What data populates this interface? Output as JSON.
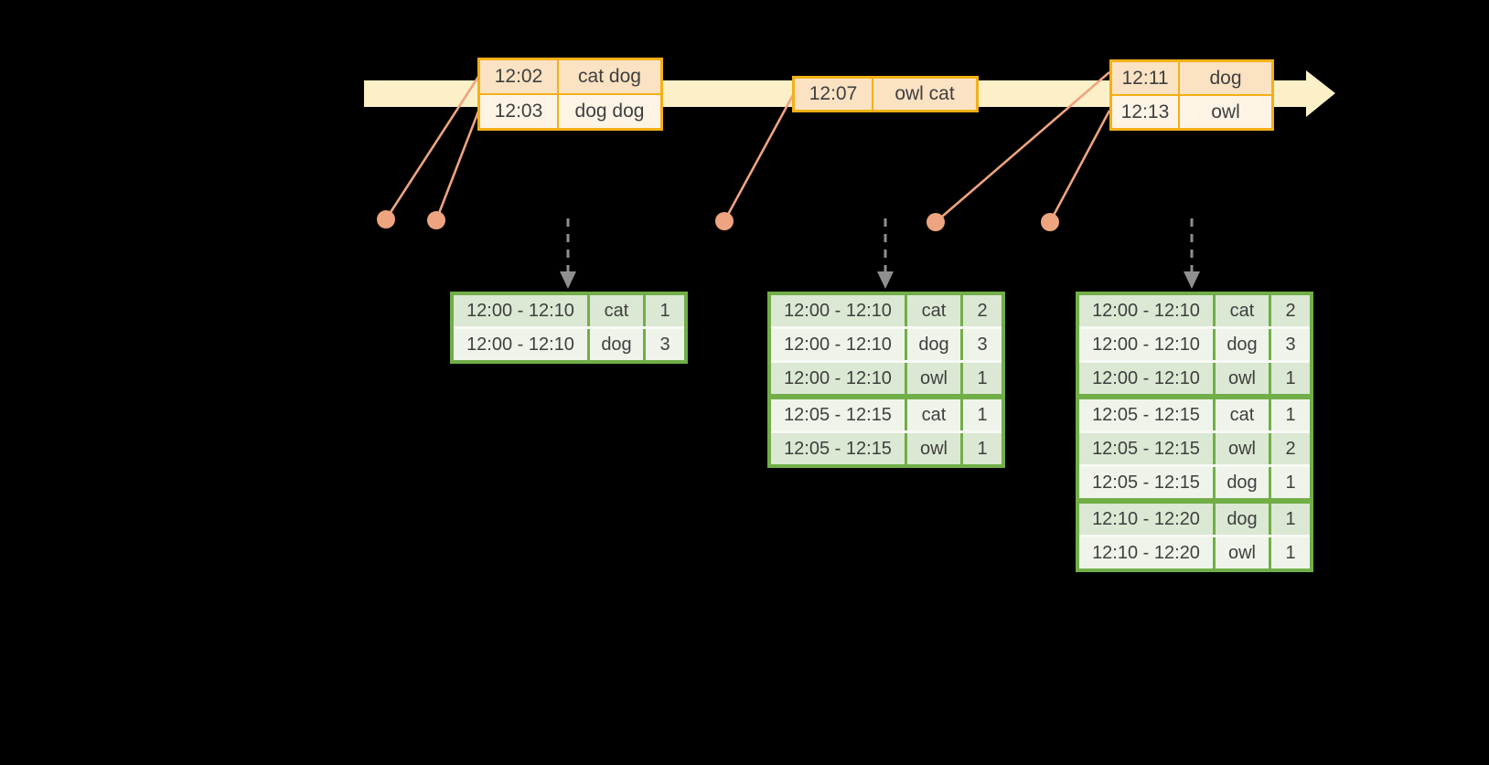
{
  "colors": {
    "canvas": "#000000",
    "ink": "#3f3f3f",
    "orange": "#f3b017",
    "peachDark": "#fae2c3",
    "peachLight": "#fdf4e6",
    "band": "#fbf0c7",
    "salmon": "#eda47f",
    "gray": "#8f8f8f",
    "green": "#71ae48",
    "sageDark": "#dbe8d3",
    "sageLight": "#eff4eb",
    "paleSep": "#f8faf5"
  },
  "timeline": {
    "event_tables": [
      {
        "rows": [
          [
            "12:02",
            "cat dog"
          ],
          [
            "12:03",
            "dog dog"
          ]
        ]
      },
      {
        "rows": [
          [
            "12:07",
            "owl cat"
          ]
        ]
      },
      {
        "rows": [
          [
            "12:11",
            "dog"
          ],
          [
            "12:13",
            "owl"
          ]
        ]
      }
    ]
  },
  "result_tables": [
    {
      "rows": [
        [
          "12:00 - 12:10",
          "cat",
          "1"
        ],
        [
          "12:00 - 12:10",
          "dog",
          "3"
        ]
      ],
      "group_breaks": []
    },
    {
      "rows": [
        [
          "12:00 - 12:10",
          "cat",
          "2"
        ],
        [
          "12:00 - 12:10",
          "dog",
          "3"
        ],
        [
          "12:00 - 12:10",
          "owl",
          "1"
        ],
        [
          "12:05 - 12:15",
          "cat",
          "1"
        ],
        [
          "12:05 - 12:15",
          "owl",
          "1"
        ]
      ],
      "group_breaks": [
        3
      ]
    },
    {
      "rows": [
        [
          "12:00 - 12:10",
          "cat",
          "2"
        ],
        [
          "12:00 - 12:10",
          "dog",
          "3"
        ],
        [
          "12:00 - 12:10",
          "owl",
          "1"
        ],
        [
          "12:05 - 12:15",
          "cat",
          "1"
        ],
        [
          "12:05 - 12:15",
          "owl",
          "2"
        ],
        [
          "12:05 - 12:15",
          "dog",
          "1"
        ],
        [
          "12:10 - 12:20",
          "dog",
          "1"
        ],
        [
          "12:10 - 12:20",
          "owl",
          "1"
        ]
      ],
      "group_breaks": [
        3,
        6
      ]
    }
  ]
}
